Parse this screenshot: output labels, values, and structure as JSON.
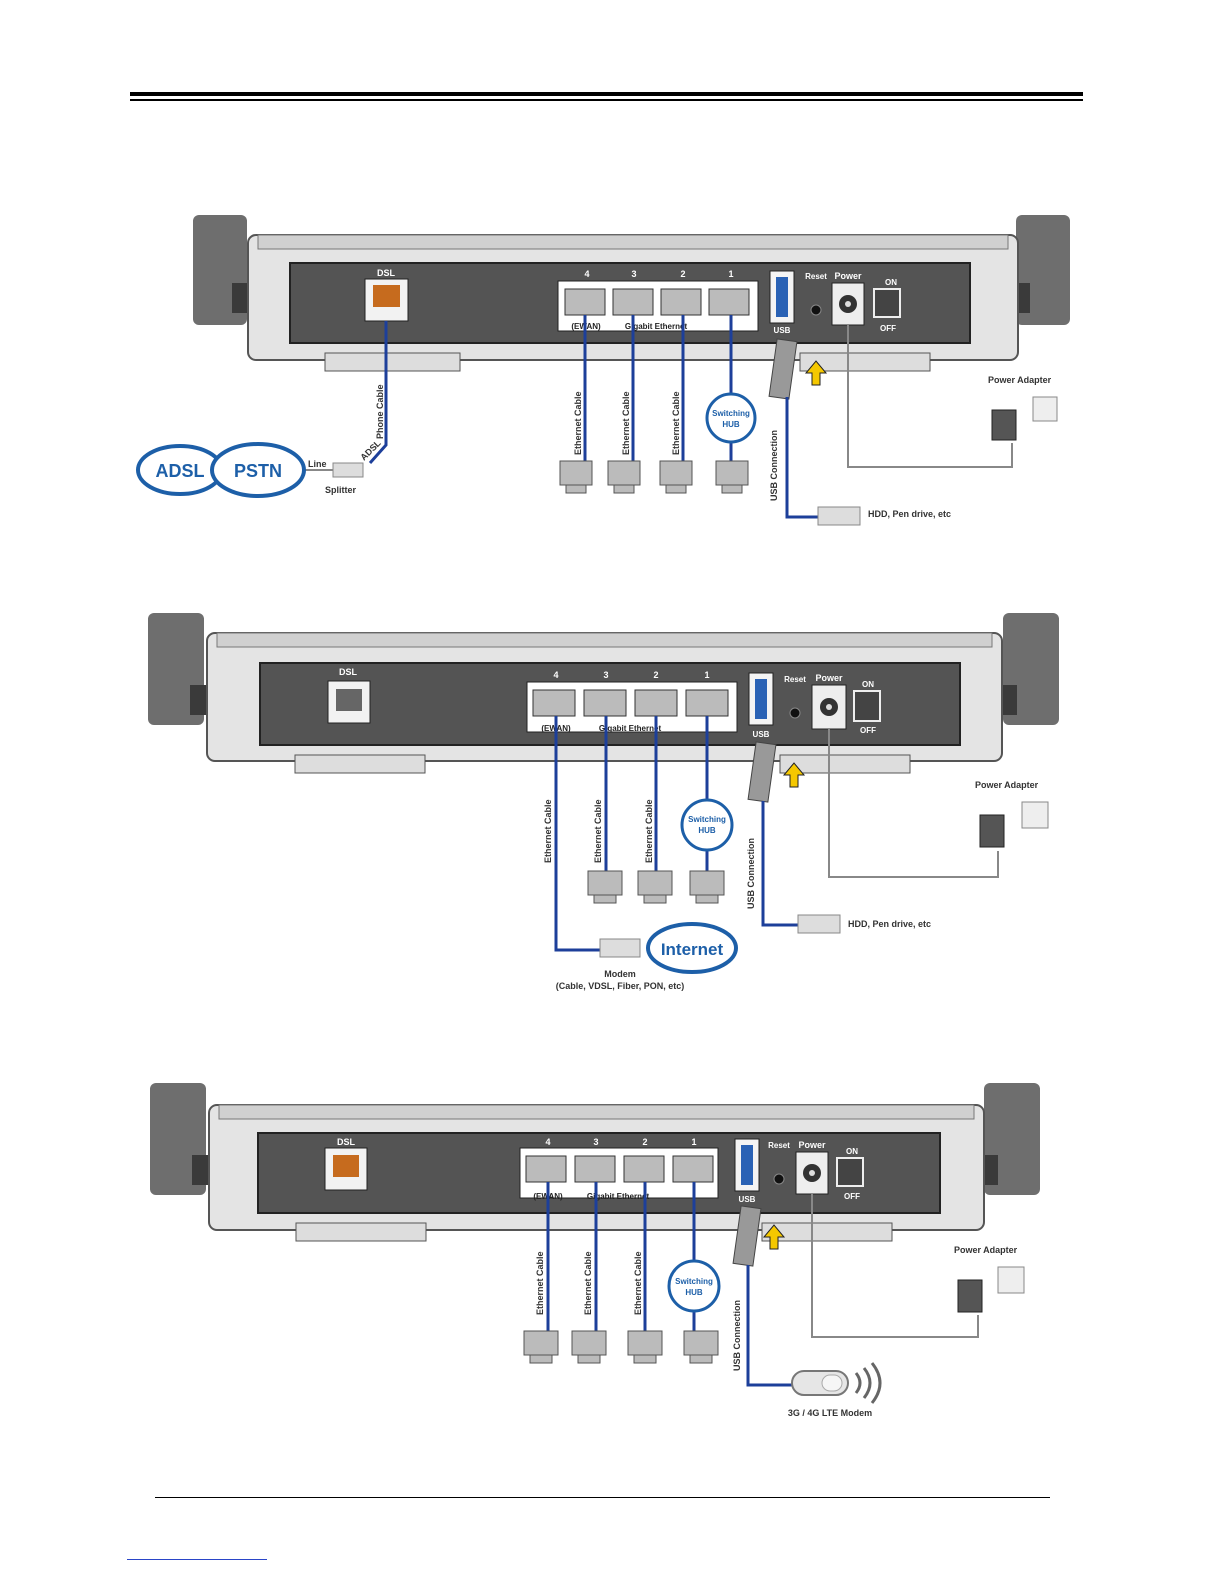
{
  "labels": {
    "dsl": "DSL",
    "port4": "4",
    "port3": "3",
    "port2": "2",
    "port1": "1",
    "ewan": "(EWAN)",
    "gigabit": "Gigabit Ethernet",
    "usb": "USB",
    "reset": "Reset",
    "power": "Power",
    "on": "ON",
    "off": "OFF",
    "power_adapter": "Power Adapter",
    "ethernet_cable": "Ethernet Cable",
    "switching": "Switching",
    "hub": "HUB",
    "usb_connection": "USB Connection",
    "hdd": "HDD, Pen drive, etc"
  },
  "diagram1": {
    "phone_cable": "Phone Cable",
    "adsl_cable": "ADSL",
    "line": "Line",
    "splitter": "Splitter",
    "cloud_adsl": "ADSL",
    "cloud_pstn": "PSTN"
  },
  "diagram2": {
    "internet": "Internet",
    "modem": "Modem",
    "modem_types": "(Cable, VDSL, Fiber, PON, etc)"
  },
  "diagram3": {
    "lte_modem": "3G / 4G LTE Modem"
  }
}
